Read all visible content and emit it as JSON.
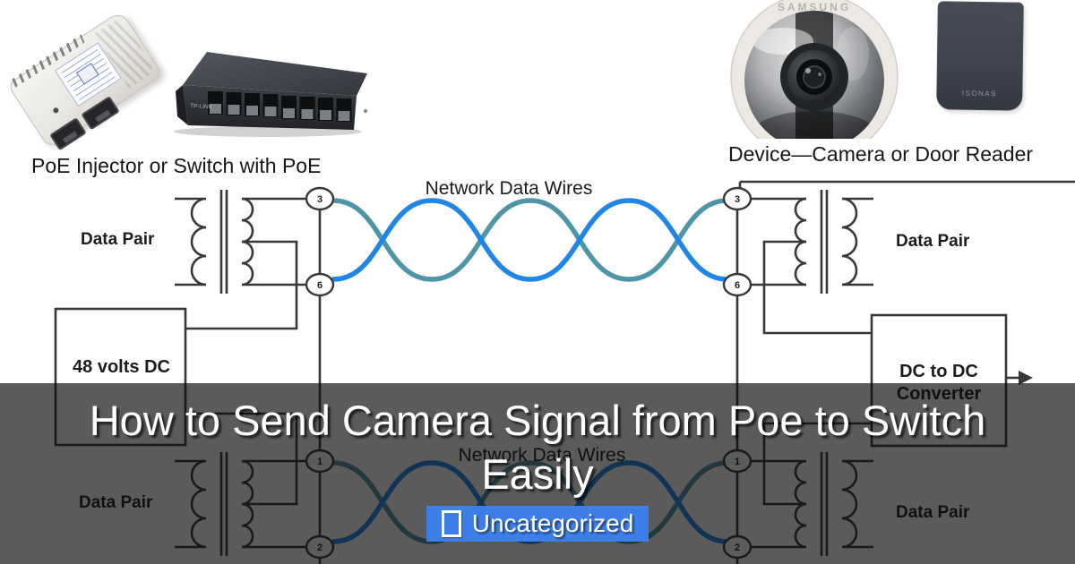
{
  "labels": {
    "left_device_caption": "PoE Injector or Switch with PoE",
    "right_device_caption": "Device—Camera or Door Reader"
  },
  "devices": {
    "injector_name": "PoE Injector",
    "switch_brand": "TP-LINK",
    "camera_brand": "SAMSUNG",
    "reader_brand": "ISONAS"
  },
  "diagram": {
    "network_wires_label_top": "Network Data Wires",
    "network_wires_label_bottom": "Network Data Wires",
    "data_pair_top_left": "Data Pair",
    "data_pair_top_right": "Data Pair",
    "data_pair_bottom_left": "Data Pair",
    "data_pair_bottom_right": "Data Pair",
    "power_source_label": "48 volts DC",
    "converter_label_line1": "DC to DC",
    "converter_label_line2": "Converter",
    "pins": {
      "top_left": [
        "3",
        "6"
      ],
      "top_right": [
        "3",
        "6"
      ],
      "bottom_left": [
        "1",
        "2"
      ],
      "bottom_right": [
        "1",
        "2"
      ]
    },
    "colors": {
      "wire_blue": "#1f86e8",
      "wire_teal": "#4e95a8",
      "line": "#383838"
    }
  },
  "banner": {
    "title": "How to Send Camera Signal from Poe to Switch Easily",
    "overlay_color": "rgba(10,10,10,0.67)",
    "category": {
      "label": "Uncategorized",
      "badge_color": "#3e7ee9"
    }
  }
}
